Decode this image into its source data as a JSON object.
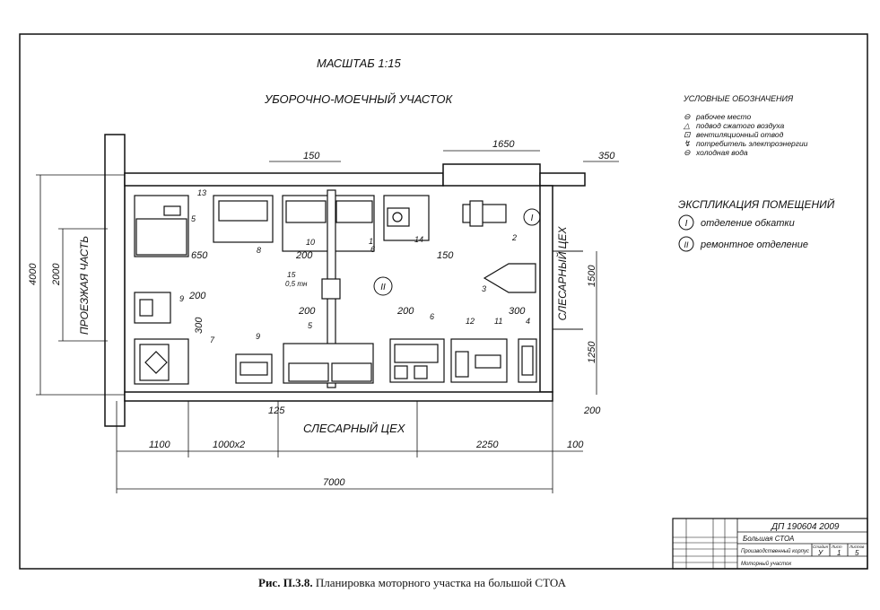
{
  "header": {
    "scale": "МАСШТАБ 1:15",
    "top_area": "УБОРОЧНО-МОЕЧНЫЙ УЧАСТОК"
  },
  "legend": {
    "title": "УСЛОВНЫЕ ОБОЗНАЧЕНИЯ",
    "items": [
      {
        "symbol": "⊖",
        "label": "рабочее место"
      },
      {
        "symbol": "△",
        "label": "подвод сжатого воздуха"
      },
      {
        "symbol": "⊡",
        "label": "вентиляционный отвод"
      },
      {
        "symbol": "↯",
        "label": "потребитель электроэнергии"
      },
      {
        "symbol": "⊖",
        "label": "холодная вода"
      }
    ]
  },
  "explication": {
    "title": "ЭКСПЛИКАЦИЯ ПОМЕЩЕНИЙ",
    "rooms": [
      {
        "numeral": "I",
        "label": "отделение обкатки"
      },
      {
        "numeral": "II",
        "label": "ремонтное отделение"
      }
    ]
  },
  "areas": {
    "left": "ПРОЕЗЖАЯ ЧАСТЬ",
    "right": "СЛЕСАРНЫЙ ЦЕХ",
    "bottom": "СЛЕСАРНЫЙ ЦЕХ",
    "room_I": "I",
    "room_II": "II"
  },
  "dimensions": {
    "d1650": "1650",
    "d350": "350",
    "d150_top": "150",
    "d650": "650",
    "d200_a": "200",
    "d150_b": "150",
    "d15": "15",
    "d05": "0,5 тн",
    "d200_b": "200",
    "d300_a": "300",
    "d200_c": "200",
    "d200_d": "200",
    "d300_b": "300",
    "d125": "125",
    "d200_e": "200",
    "d4000": "4000",
    "d2000": "2000",
    "d1500": "1500",
    "d1250": "1250",
    "d1100": "1100",
    "d1000x2": "1000x2",
    "d2250": "2250",
    "d100": "100",
    "d7000": "7000"
  },
  "equipment_numbers": [
    "13",
    "5",
    "8",
    "10",
    "1",
    "6",
    "14",
    "2",
    "3",
    "9",
    "7",
    "9",
    "5",
    "6",
    "12",
    "11",
    "4"
  ],
  "title_block": {
    "code": "ДП 190604 2009",
    "name": "Большая СТОА",
    "building": "Производственный корпус",
    "sheet": "Моторный участок",
    "stage": "У",
    "sheet_no": "1",
    "sheets": "5",
    "col_stage": "Стадия",
    "col_sheet": "Лист",
    "col_sheets": "Листов"
  },
  "caption": {
    "label": "Рис. П.3.8.",
    "text": "Планировка моторного участка на большой СТОА"
  }
}
